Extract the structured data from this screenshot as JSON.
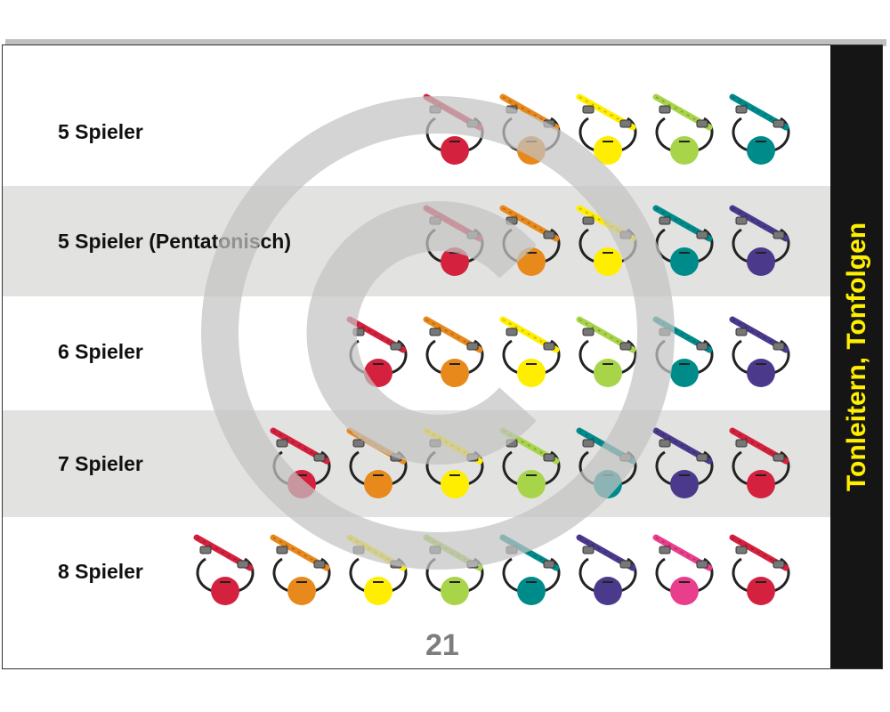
{
  "rows": [
    {
      "label": "5 Spieler",
      "colors": [
        "#d4213d",
        "#e8891c",
        "#ffee00",
        "#a8d44a",
        "#008b8b"
      ]
    },
    {
      "label": "5 Spieler (Pentatonisch)",
      "colors": [
        "#d4213d",
        "#e8891c",
        "#ffee00",
        "#008b8b",
        "#4b3a8c"
      ]
    },
    {
      "label": "6 Spieler",
      "colors": [
        "#d4213d",
        "#e8891c",
        "#ffee00",
        "#a8d44a",
        "#008b8b",
        "#4b3a8c"
      ]
    },
    {
      "label": "7 Spieler",
      "colors": [
        "#d4213d",
        "#e8891c",
        "#ffee00",
        "#a8d44a",
        "#008b8b",
        "#4b3a8c",
        "#d4213d"
      ]
    },
    {
      "label": "8 Spieler",
      "colors": [
        "#d4213d",
        "#e8891c",
        "#ffee00",
        "#a8d44a",
        "#008b8b",
        "#4b3a8c",
        "#e83e8c",
        "#d4213d"
      ]
    }
  ],
  "sidebar": {
    "title": "Tonleitern, Tonfolgen"
  },
  "page_number": "21",
  "watermark": {
    "icon": "copyright-icon"
  }
}
